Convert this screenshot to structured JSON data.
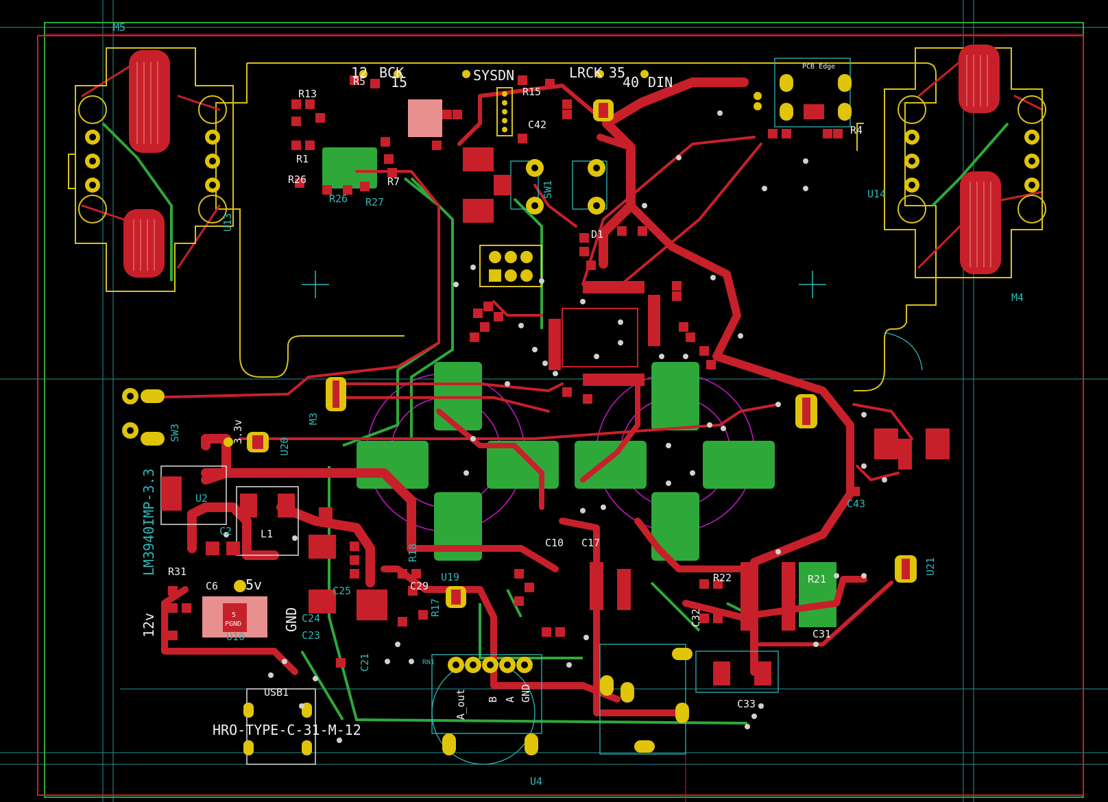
{
  "app": {
    "title": "KiCad PCB Editor"
  },
  "colors": {
    "background": "#000000",
    "copper_front": "#c8202a",
    "copper_back": "#2fa83a",
    "silkscreen": "#d9c21a",
    "fab_outline": "#2fb8b8",
    "edge_cuts": "#d9c21a",
    "courtyard": "#c818c8",
    "pad_gold": "#e0c40a",
    "via": "#d0d0d0"
  },
  "labels": {
    "M5": "M5",
    "M4": "M4",
    "M3": "M3",
    "U14": "U14",
    "U13": "U13",
    "U4": "U4",
    "U2": "U2",
    "U10": "U10",
    "U19": "U19",
    "U20": "U20",
    "U21": "U21",
    "SW3": "SW3",
    "SW1": "SW1",
    "L1": "L1",
    "C2": "C2",
    "C6": "C6",
    "C10": "C10",
    "C17": "C17",
    "C21": "C21",
    "C23": "C23",
    "C24": "C24",
    "C25": "C25",
    "C29": "C29",
    "C31": "C31",
    "C32": "C32",
    "C33": "C33",
    "C42": "C42",
    "C43": "C43",
    "D1": "D1",
    "R1": "R1",
    "R4": "R4",
    "R5": "R5",
    "R7": "R7",
    "R13": "R13",
    "R15": "R15",
    "R17": "R17",
    "R18": "R18",
    "R21": "R21",
    "R22": "R22",
    "R26a": "R26",
    "R26b": "R26",
    "R27": "R27",
    "R31": "R31",
    "RN1": "RN1",
    "USB1": "USB1",
    "pcb_edge": "PCB Edge",
    "lm3940": "LM3940IMP-3.3",
    "hro": "HRO-TYPE-C-31-M-12",
    "net_12": "12",
    "net_bck": "BCK",
    "net_15": "15",
    "net_sysdn": "SYSDN",
    "net_lrck": "LRCK",
    "net_35": "35",
    "net_40": "40",
    "net_din": "DIN",
    "net_33v": "3.3v",
    "net_5v": "5v",
    "net_gnd": "GND",
    "net_12v": "12v",
    "pgnd": "PGND",
    "pgnd_num": "5",
    "a_out": "A_out",
    "b_pin": "B",
    "a_pin": "A",
    "gnd_pin": "GND"
  }
}
